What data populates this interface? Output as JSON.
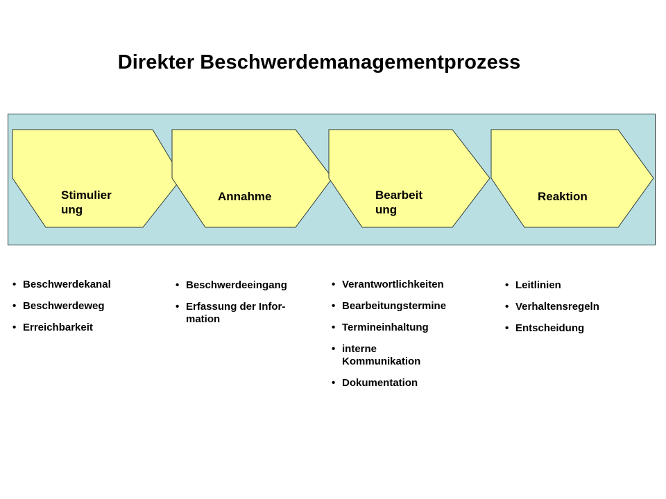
{
  "title": "Direkter Beschwerdemanagementprozess",
  "colors": {
    "band": "#b9dfe2",
    "chevron": "#ffff99",
    "outline": "#2b3b3b"
  },
  "steps": [
    {
      "label": "Stimulier ung",
      "label_lines": [
        "Stimulier",
        "ung"
      ]
    },
    {
      "label": "Annahme",
      "label_lines": [
        "Annahme"
      ]
    },
    {
      "label": "Bearbeit ung",
      "label_lines": [
        "Bearbeit",
        "ung"
      ]
    },
    {
      "label": "Reaktion",
      "label_lines": [
        "Reaktion"
      ]
    }
  ],
  "lists": [
    {
      "items": [
        "Beschwerdekanal",
        "Beschwerdeweg",
        "Erreichbarkeit"
      ]
    },
    {
      "items": [
        "Beschwerdeeingang",
        "Erfassung der Infor-\nmation"
      ]
    },
    {
      "items": [
        "Verantwortlichkeiten",
        "Bearbeitungstermine",
        "Termineinhaltung",
        "interne\nKommunikation",
        "Dokumentation"
      ]
    },
    {
      "items": [
        "Leitlinien",
        "Verhaltensregeln",
        "Entscheidung"
      ]
    }
  ]
}
